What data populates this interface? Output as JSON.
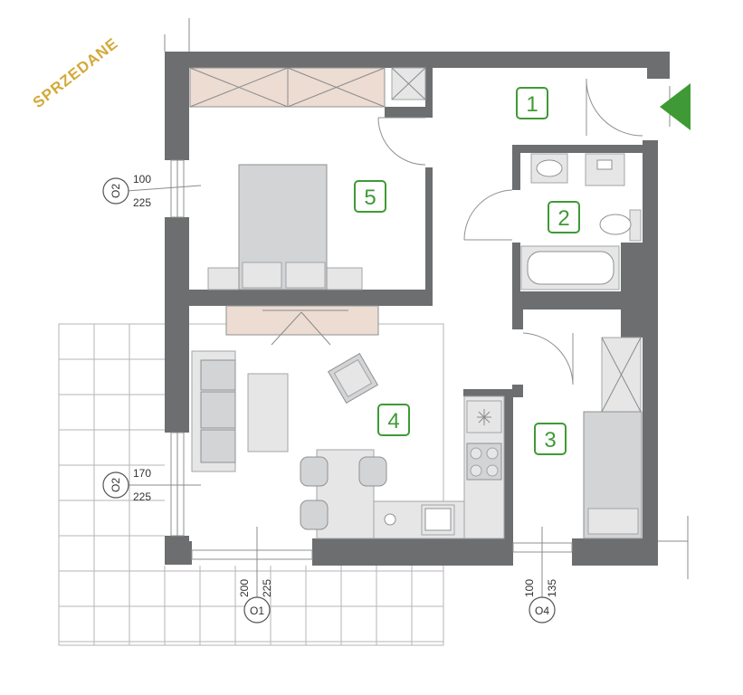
{
  "stamp": "SPRZEDANE",
  "colors": {
    "wall": "#6d6e70",
    "accent_green": "#3f9a35",
    "closet": "#ecdcd2",
    "stamp": "#d4a93a"
  },
  "rooms": [
    {
      "number": "1"
    },
    {
      "number": "2"
    },
    {
      "number": "3"
    },
    {
      "number": "4"
    },
    {
      "number": "5"
    }
  ],
  "windows": [
    {
      "label": "O2",
      "width": "100",
      "height": "225"
    },
    {
      "label": "O2",
      "width": "170",
      "height": "225"
    },
    {
      "label": "O1",
      "width": "200",
      "height": "225"
    },
    {
      "label": "O4",
      "width": "100",
      "height": "135"
    }
  ],
  "icons": {
    "entrance": "entrance-arrow-icon"
  }
}
